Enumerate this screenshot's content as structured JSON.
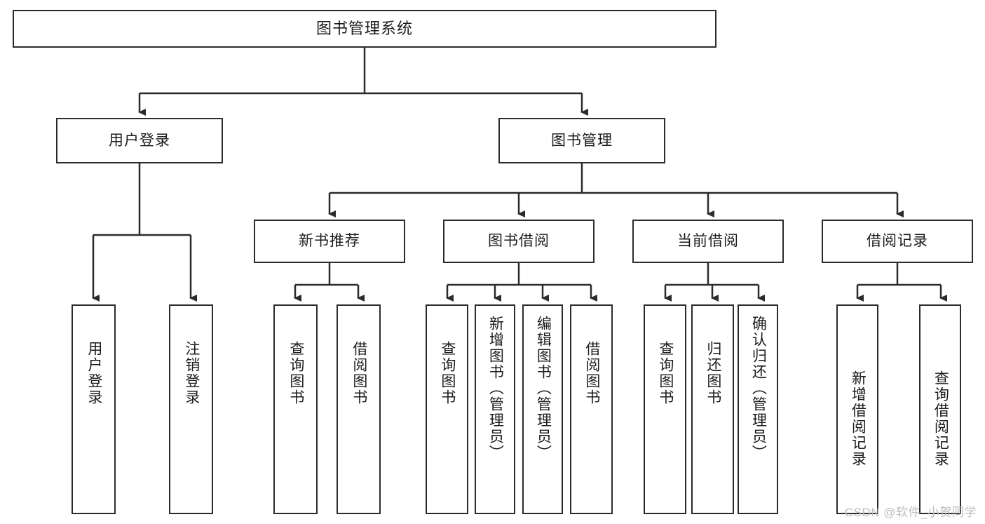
{
  "diagram": {
    "type": "tree-hierarchy",
    "title": "图书管理系统",
    "stroke_color": "#2b2b2b",
    "fill_color": "#ffffff",
    "text_color": "#1b1b1b",
    "levels": {
      "root": {
        "label": "图书管理系统"
      },
      "level2": [
        {
          "id": "login",
          "label": "用户登录"
        },
        {
          "id": "bookmgmt",
          "label": "图书管理"
        }
      ],
      "level3": [
        {
          "id": "newbook",
          "label": "新书推荐"
        },
        {
          "id": "borrow",
          "label": "图书借阅"
        },
        {
          "id": "current",
          "label": "当前借阅"
        },
        {
          "id": "records",
          "label": "借阅记录"
        }
      ],
      "leaves": [
        {
          "id": "leaf-user-login",
          "parent": "login",
          "label": "用户登录"
        },
        {
          "id": "leaf-logout",
          "parent": "login",
          "label": "注销登录"
        },
        {
          "id": "leaf-query-book-1",
          "parent": "newbook",
          "label": "查询图书"
        },
        {
          "id": "leaf-borrow-book-1",
          "parent": "newbook",
          "label": "借阅图书"
        },
        {
          "id": "leaf-query-book-2",
          "parent": "borrow",
          "label": "查询图书"
        },
        {
          "id": "leaf-add-book",
          "parent": "borrow",
          "label": "新增图书（管理员）"
        },
        {
          "id": "leaf-edit-book",
          "parent": "borrow",
          "label": "编辑图书（管理员）"
        },
        {
          "id": "leaf-borrow-book-2",
          "parent": "borrow",
          "label": "借阅图书"
        },
        {
          "id": "leaf-query-book-3",
          "parent": "current",
          "label": "查询图书"
        },
        {
          "id": "leaf-return-book",
          "parent": "current",
          "label": "归还图书"
        },
        {
          "id": "leaf-confirm-return",
          "parent": "current",
          "label": "确认归还（管理员）"
        },
        {
          "id": "leaf-add-record",
          "parent": "records",
          "label": "新增借阅记录"
        },
        {
          "id": "leaf-query-record",
          "parent": "records",
          "label": "查询借阅记录"
        }
      ]
    },
    "watermark": "CSDN @软件_小贺同学"
  }
}
